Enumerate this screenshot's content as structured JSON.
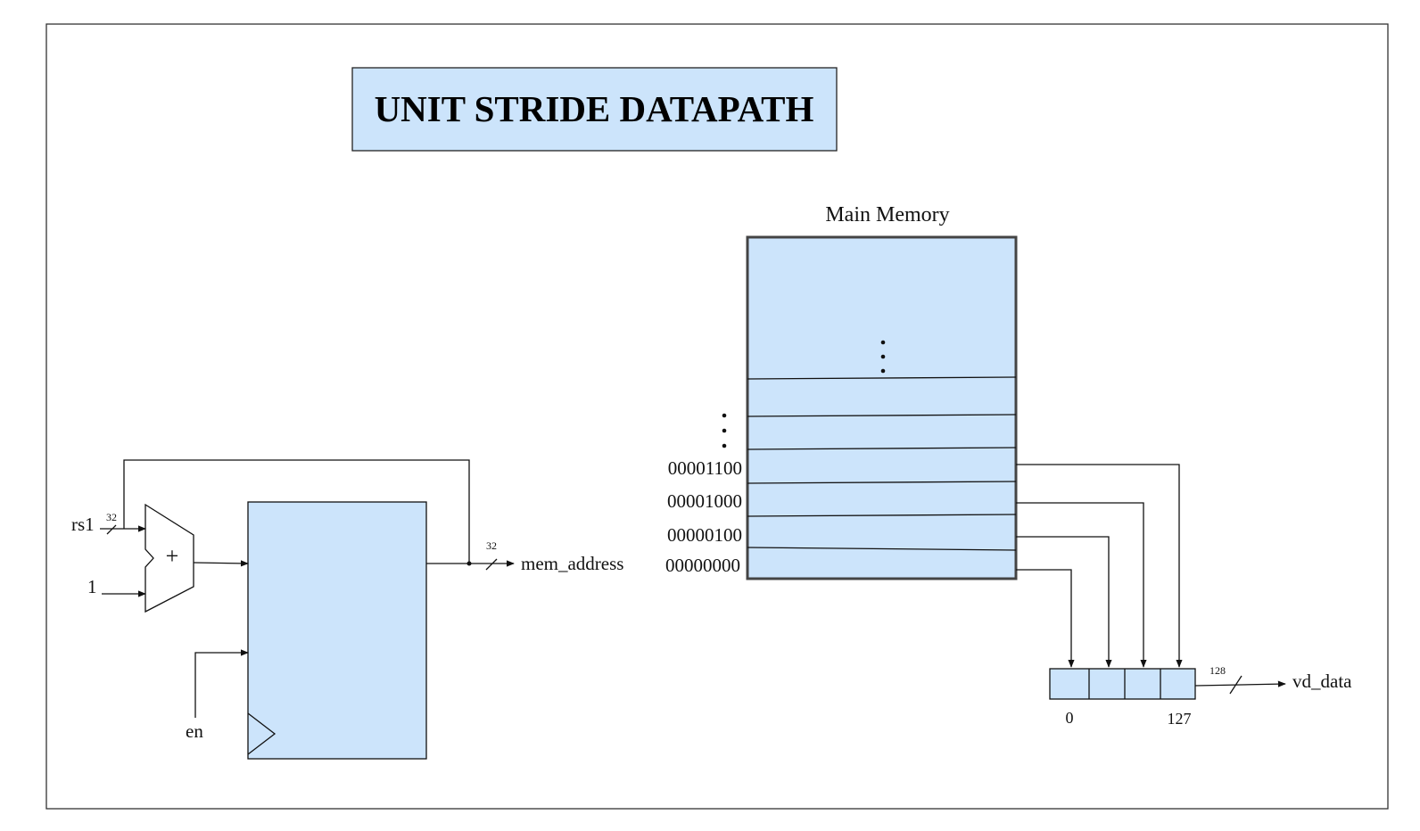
{
  "title": "UNIT STRIDE DATAPATH",
  "memory": {
    "label": "Main Memory",
    "addresses": [
      "00001100",
      "00001000",
      "00000100",
      "00000000"
    ]
  },
  "signals": {
    "rs1": "rs1",
    "one": "1",
    "en": "en",
    "mem_address": "mem_address",
    "vd_data": "vd_data"
  },
  "widths": {
    "rs1": "32",
    "mem_address": "32",
    "vd_data": "128"
  },
  "adder_symbol": "+",
  "vector": {
    "low_index": "0",
    "high_index": "127"
  },
  "colors": {
    "fill": "#cce4fb",
    "stroke": "#111111"
  }
}
